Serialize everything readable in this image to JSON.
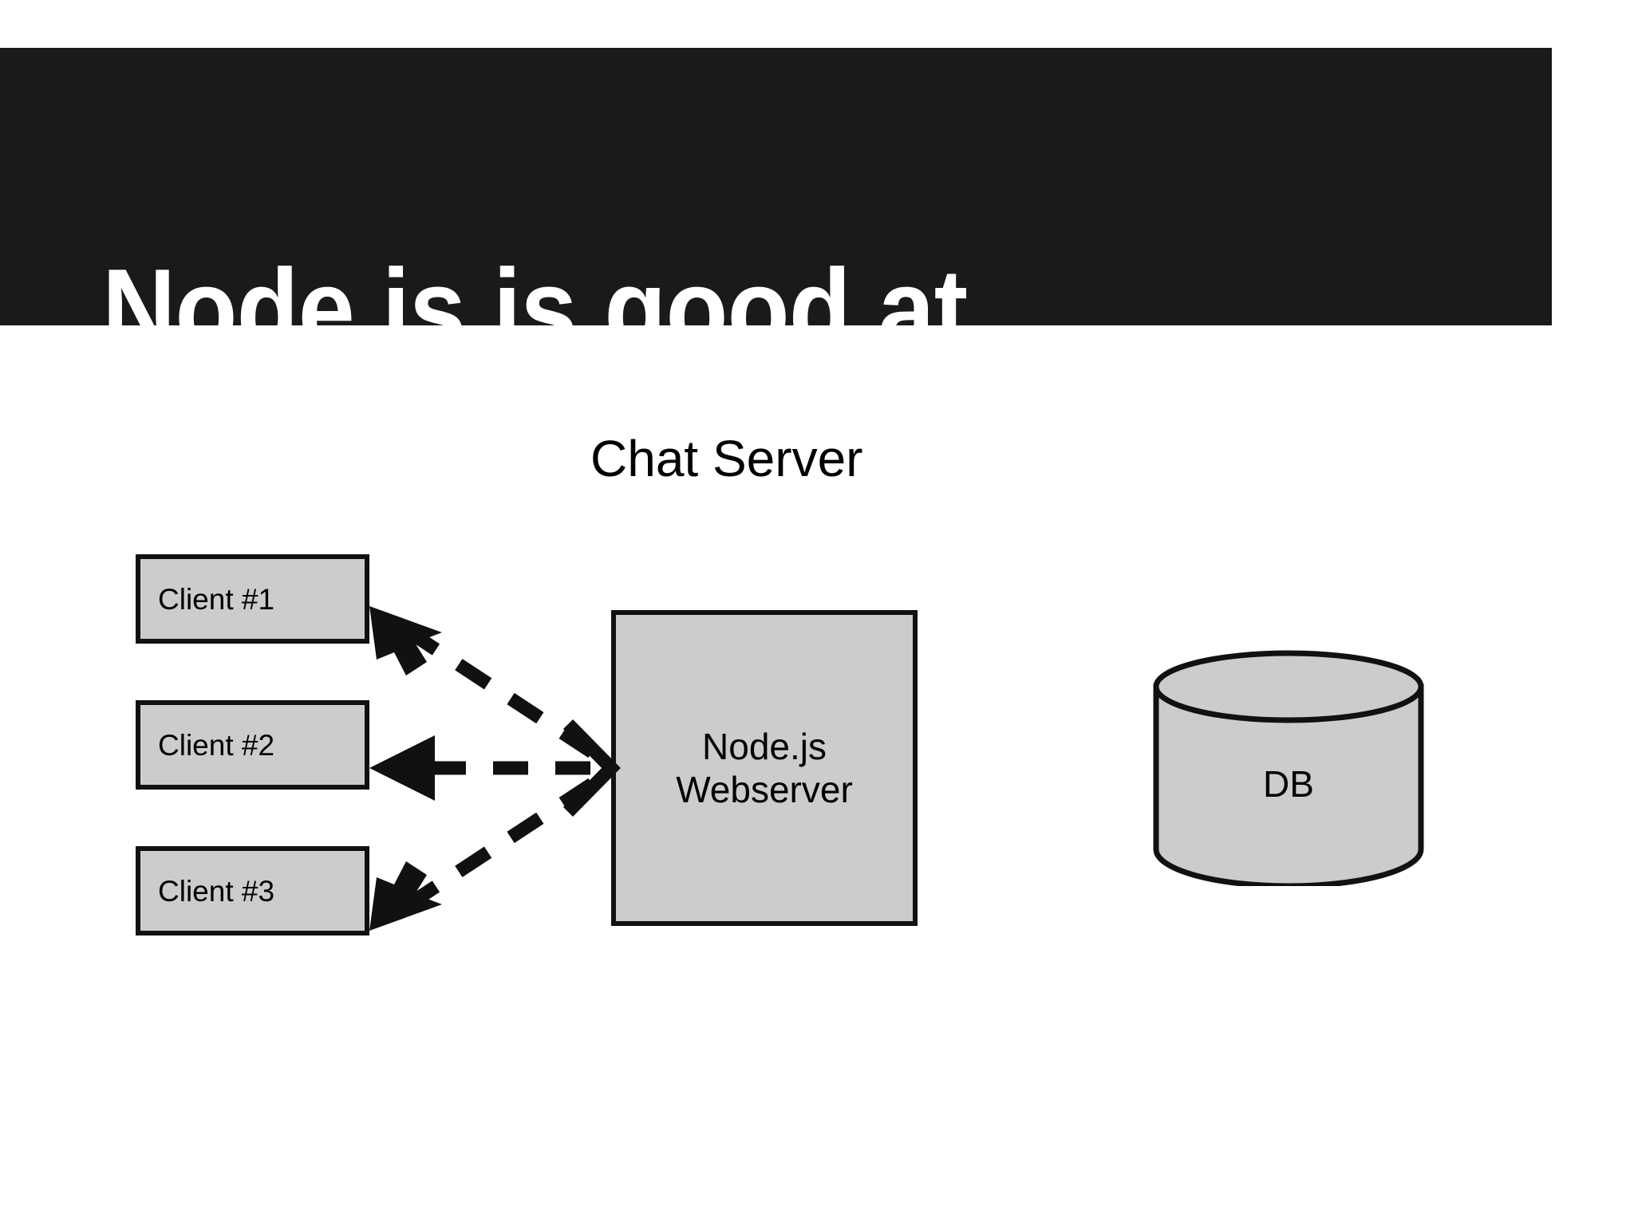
{
  "slide": {
    "title": "Node.js is good at ...",
    "title_band_color": "#1a1a1a",
    "title_text_color": "#ffffff",
    "background_color": "#ffffff"
  },
  "diagram": {
    "caption": "Chat Server",
    "shape_fill_color": "#cccccc",
    "shape_stroke_color": "#111111",
    "clients": [
      {
        "label": "Client #1"
      },
      {
        "label": "Client #2"
      },
      {
        "label": "Client #3"
      }
    ],
    "server": {
      "label": "Node.js\nWebserver"
    },
    "database": {
      "label": "DB"
    },
    "connections": [
      {
        "from": "node-js-webserver",
        "to": "client-1",
        "style": "dashed",
        "arrow": "both"
      },
      {
        "from": "node-js-webserver",
        "to": "client-2",
        "style": "dashed",
        "arrow": "both"
      },
      {
        "from": "node-js-webserver",
        "to": "client-3",
        "style": "dashed",
        "arrow": "both"
      }
    ]
  }
}
